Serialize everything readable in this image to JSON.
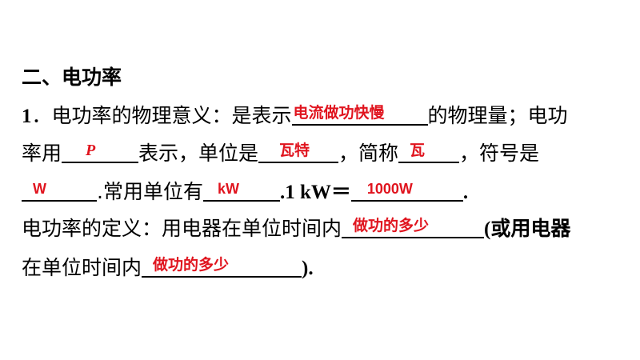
{
  "heading": "二、电功率",
  "line1": {
    "num": "1",
    "text_a": "．电功率的物理意义：是表示",
    "answer": "电流做功快慢",
    "text_b": "的物理量；电功"
  },
  "line2": {
    "text_a": "率用",
    "answer_symbol": "P",
    "text_b": "表示，单位是",
    "answer_unit": "瓦特",
    "text_c": "，简称",
    "answer_short": "瓦",
    "text_d": "，符号是"
  },
  "line3": {
    "answer_sign": "W",
    "text_a": ".常用单位有",
    "answer_common": "kW",
    "text_b": ".1 kW＝",
    "answer_eq": "1000W",
    "text_c": "."
  },
  "line4": {
    "text_a": "电功率的定义：用电器在单位时间内",
    "answer": "做功的多少",
    "text_b": "(或用电器"
  },
  "line5": {
    "text_a": "在单位时间内",
    "answer": "做功的多少",
    "text_b": ")."
  }
}
